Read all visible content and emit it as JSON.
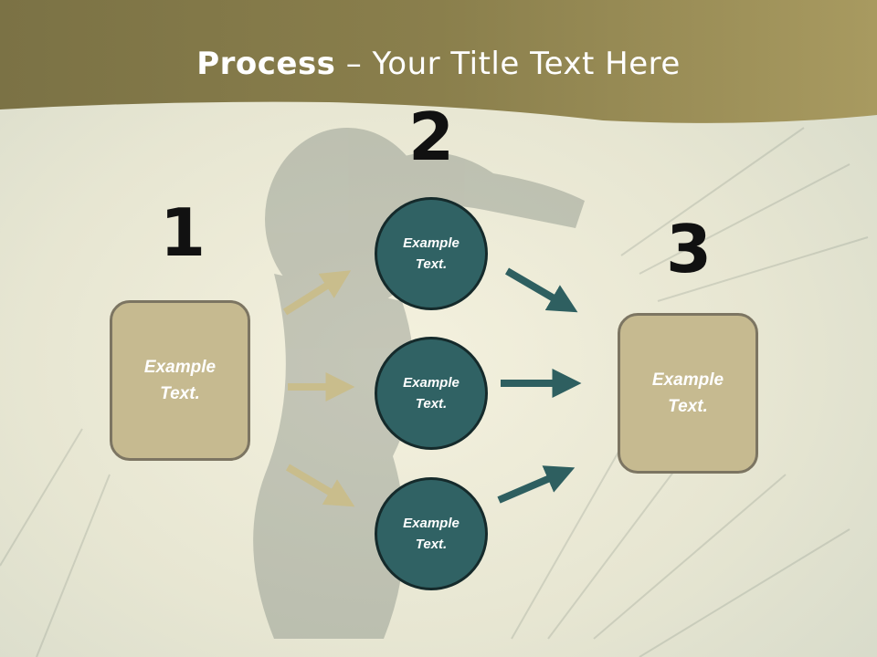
{
  "title": {
    "bold": "Process",
    "rest": " – Your Title Text Here"
  },
  "steps": [
    {
      "number": "1",
      "box_text": "Example Text."
    },
    {
      "number": "2",
      "circles": [
        "Example Text.",
        "Example Text.",
        "Example Text."
      ]
    },
    {
      "number": "3",
      "box_text": "Example Text."
    }
  ],
  "colors": {
    "header": "#8f8452",
    "box_fill": "#c6ba90",
    "circle_fill": "#306264",
    "arrow_left": "#c9bd8c",
    "arrow_right": "#2e5f60"
  }
}
